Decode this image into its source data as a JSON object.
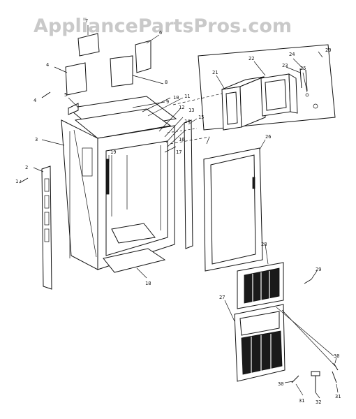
{
  "watermark": "AppliancePartsPros.com",
  "callouts": [
    {
      "id": "c1",
      "text": "1"
    },
    {
      "id": "c2",
      "text": "2"
    },
    {
      "id": "c3",
      "text": "3"
    },
    {
      "id": "c4",
      "text": "4"
    },
    {
      "id": "c5",
      "text": "5"
    },
    {
      "id": "c6",
      "text": "6"
    },
    {
      "id": "c7",
      "text": "7"
    },
    {
      "id": "c8",
      "text": "8"
    },
    {
      "id": "c9",
      "text": "9"
    },
    {
      "id": "c10",
      "text": "10"
    },
    {
      "id": "c11",
      "text": "11"
    },
    {
      "id": "c12",
      "text": "12"
    },
    {
      "id": "c13",
      "text": "13"
    },
    {
      "id": "c14",
      "text": "14"
    },
    {
      "id": "c15",
      "text": "15"
    },
    {
      "id": "c16",
      "text": "16"
    },
    {
      "id": "c17",
      "text": "17"
    },
    {
      "id": "c18",
      "text": "18"
    },
    {
      "id": "c19",
      "text": "19"
    },
    {
      "id": "c20",
      "text": "20"
    },
    {
      "id": "c21",
      "text": "21"
    },
    {
      "id": "c22",
      "text": "22"
    },
    {
      "id": "c23",
      "text": "23"
    },
    {
      "id": "c24",
      "text": "24"
    },
    {
      "id": "c25",
      "text": "25"
    },
    {
      "id": "c26",
      "text": "26"
    },
    {
      "id": "c27",
      "text": "27"
    },
    {
      "id": "c28",
      "text": "28"
    },
    {
      "id": "c29",
      "text": "29"
    },
    {
      "id": "c30a",
      "text": "30"
    },
    {
      "id": "c30b",
      "text": "30"
    },
    {
      "id": "c31a",
      "text": "31"
    },
    {
      "id": "c31b",
      "text": "31"
    },
    {
      "id": "c32",
      "text": "32"
    }
  ]
}
